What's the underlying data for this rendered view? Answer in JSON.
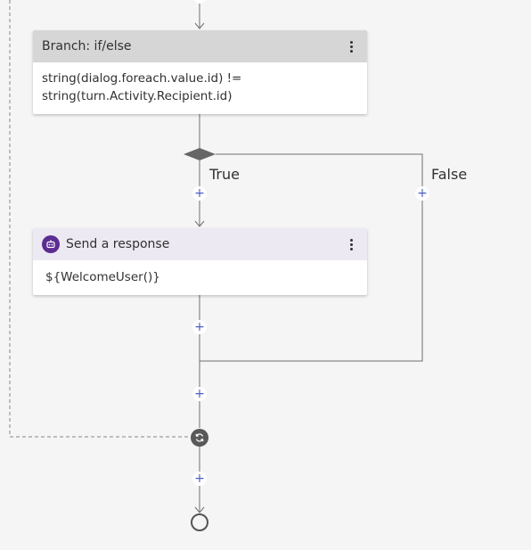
{
  "branch": {
    "title": "Branch: if/else",
    "condition_line1": "string(dialog.foreach.value.id) !=",
    "condition_line2": "string(turn.Activity.Recipient.id)"
  },
  "labels": {
    "true": "True",
    "false": "False"
  },
  "response": {
    "title": "Send a response",
    "body": "${WelcomeUser()}"
  },
  "icons": {
    "add": "plus-icon",
    "more": "more-vertical-icon",
    "bot": "bot-icon",
    "loop": "loop-icon",
    "end": "end-circle-icon"
  },
  "add_symbol": "+",
  "colors": {
    "accent": "#5c2d91",
    "link": "#4a5fc1",
    "wire": "#6e6e6e"
  }
}
